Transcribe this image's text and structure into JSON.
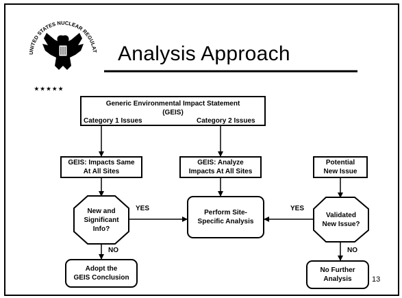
{
  "slide": {
    "title": "Analysis Approach",
    "page_number": "13"
  },
  "seal": {
    "text": "UNITED STATES NUCLEAR REGULATORY COMMISSION",
    "stars": "★ ★ ★ ★ ★"
  },
  "flowchart": {
    "geis": {
      "line1": "Generic Environmental Impact Statement",
      "line2": "(GEIS)",
      "cat1": "Category 1 Issues",
      "cat2": "Category 2 Issues"
    },
    "impacts_same": {
      "line1": "GEIS: Impacts Same",
      "line2": "At All Sites"
    },
    "analyze_impacts": {
      "line1": "GEIS: Analyze",
      "line2": "Impacts At All Sites"
    },
    "potential_issue": {
      "line1": "Potential",
      "line2": "New Issue"
    },
    "new_info": {
      "line1": "New and",
      "line2": "Significant",
      "line3": "Info?"
    },
    "perform_analysis": {
      "line1": "Perform Site-",
      "line2": "Specific Analysis"
    },
    "validated_issue": {
      "line1": "Validated",
      "line2": "New Issue?"
    },
    "adopt": {
      "line1": "Adopt the",
      "line2": "GEIS Conclusion"
    },
    "no_further": {
      "line1": "No Further",
      "line2": "Analysis"
    },
    "yes_left": "YES",
    "yes_right": "YES",
    "no_left": "NO",
    "no_right": "NO"
  }
}
